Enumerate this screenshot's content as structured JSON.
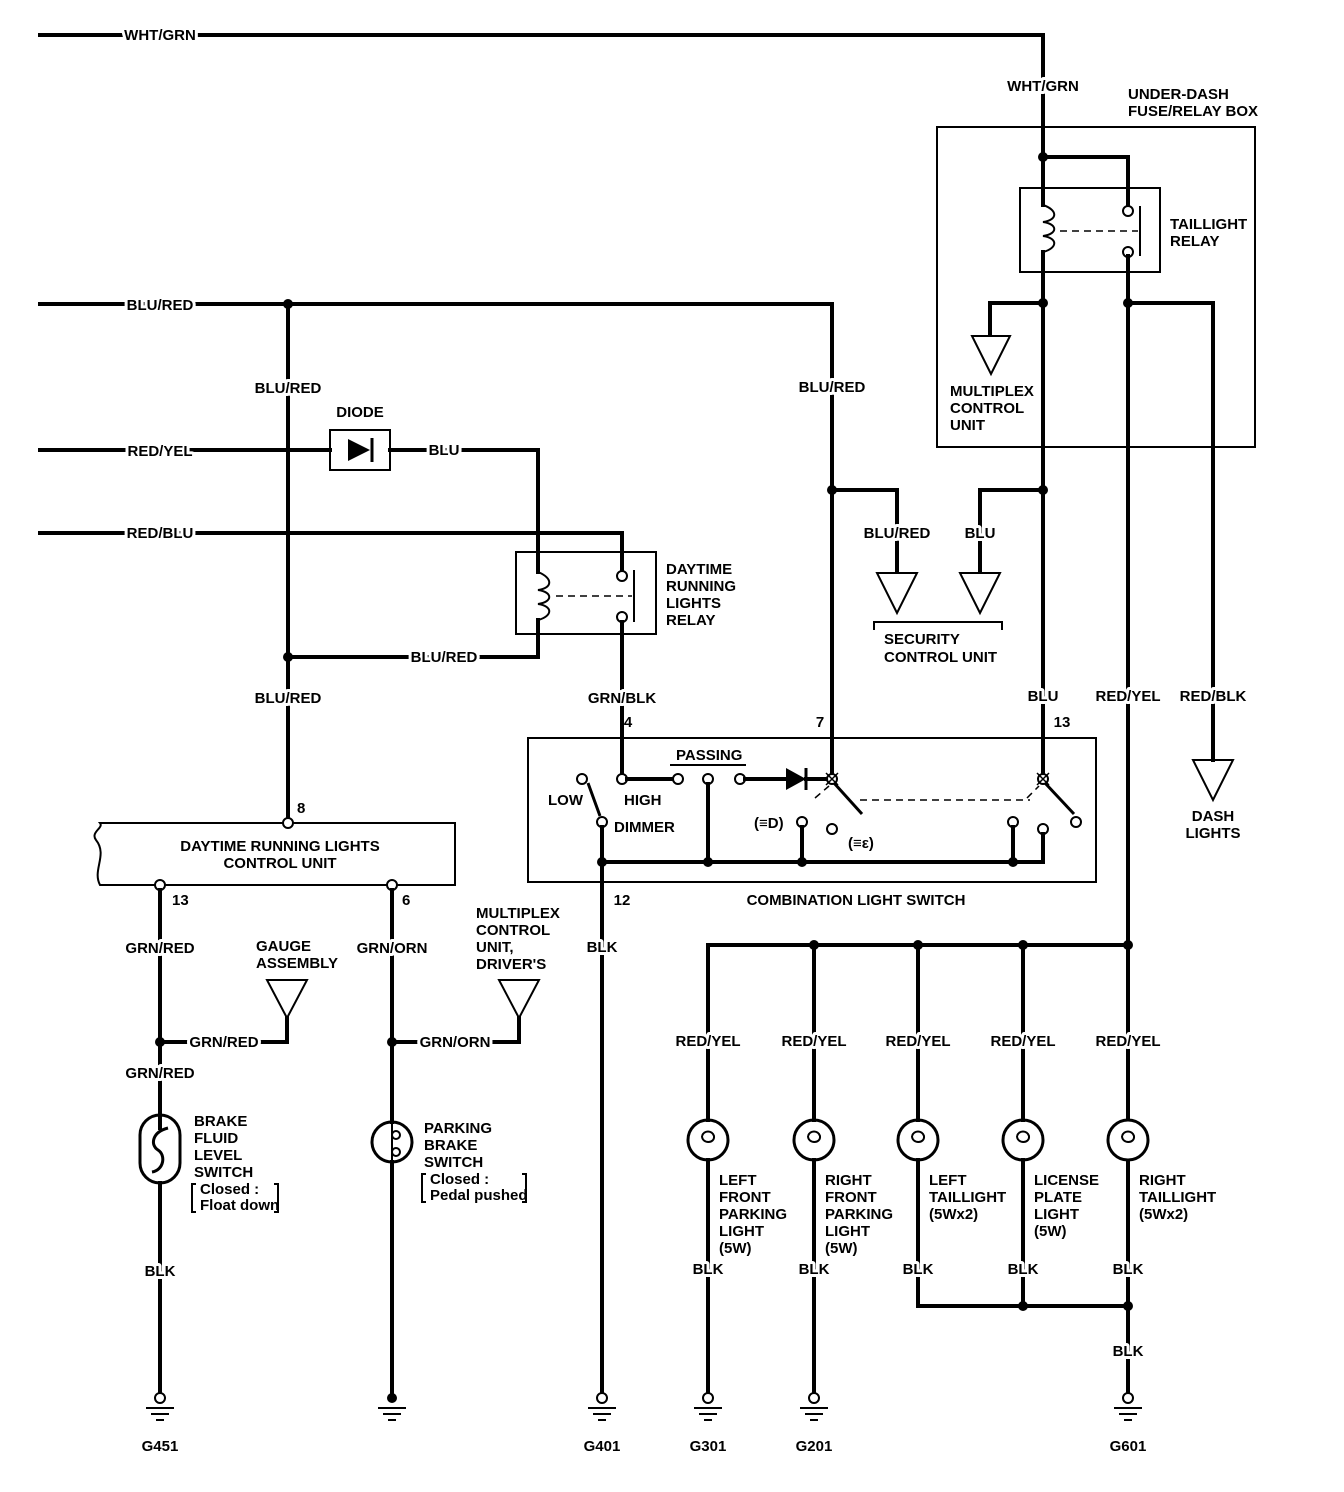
{
  "wires": {
    "wht_grn_top": "WHT/GRN",
    "wht_grn_drop": "WHT/GRN",
    "blu_red_top": "BLU/RED",
    "blu_red_left_mid": "BLU/RED",
    "blu_red_relay": "BLU/RED",
    "blu_red_left_low": "BLU/RED",
    "blu_red_center": "BLU/RED",
    "blu_red_security": "BLU/RED",
    "blu_security": "BLU",
    "red_yel_in": "RED/YEL",
    "blu_diode": "BLU",
    "red_blu_in": "RED/BLU",
    "grn_blk": "GRN/BLK",
    "blu_13": "BLU",
    "red_yel_main": "RED/YEL",
    "red_blk": "RED/BLK",
    "grn_red_1": "GRN/RED",
    "grn_red_2": "GRN/RED",
    "grn_red_3": "GRN/RED",
    "grn_orn_1": "GRN/ORN",
    "grn_orn_2": "GRN/ORN",
    "blk_switch": "BLK",
    "blk_brake": "BLK",
    "blk_g301": "BLK",
    "blk_g201": "BLK",
    "blk_tail_left": "BLK",
    "blk_license": "BLK",
    "blk_tail_right": "BLK",
    "blk_g601": "BLK",
    "red_yel_lamp1": "RED/YEL",
    "red_yel_lamp2": "RED/YEL",
    "red_yel_lamp3": "RED/YEL",
    "red_yel_lamp4": "RED/YEL",
    "red_yel_lamp5": "RED/YEL"
  },
  "components": {
    "under_dash_box": [
      "UNDER-DASH",
      "FUSE/RELAY BOX"
    ],
    "taillight_relay": [
      "TAILLIGHT",
      "RELAY"
    ],
    "multiplex_unit": [
      "MULTIPLEX",
      "CONTROL",
      "UNIT"
    ],
    "diode": "DIODE",
    "drl_relay": [
      "DAYTIME",
      "RUNNING",
      "LIGHTS",
      "RELAY"
    ],
    "security_unit": [
      "SECURITY",
      "CONTROL UNIT"
    ],
    "dash_lights": [
      "DASH",
      "LIGHTS"
    ],
    "drl_control_unit": [
      "DAYTIME RUNNING LIGHTS",
      "CONTROL UNIT"
    ],
    "combination_switch": "COMBINATION LIGHT SWITCH",
    "passing": "PASSING",
    "low": "LOW",
    "high": "HIGH",
    "dimmer": "DIMMER",
    "pos_left": "(≡D)",
    "pos_right": "(≡ε)",
    "gauge_assembly": [
      "GAUGE",
      "ASSEMBLY"
    ],
    "multiplex_driver": [
      "MULTIPLEX",
      "CONTROL",
      "UNIT,",
      "DRIVER'S"
    ],
    "brake_fluid_switch": [
      "BRAKE",
      "FLUID",
      "LEVEL",
      "SWITCH",
      "Closed :",
      "Float down"
    ],
    "parking_brake_switch": [
      "PARKING",
      "BRAKE",
      "SWITCH",
      "Closed :",
      "Pedal pushed"
    ],
    "lamp_left_front": [
      "LEFT",
      "FRONT",
      "PARKING",
      "LIGHT",
      "(5W)"
    ],
    "lamp_right_front": [
      "RIGHT",
      "FRONT",
      "PARKING",
      "LIGHT",
      "(5W)"
    ],
    "lamp_left_tail": [
      "LEFT",
      "TAILLIGHT",
      "(5Wx2)"
    ],
    "lamp_license": [
      "LICENSE",
      "PLATE",
      "LIGHT",
      "(5W)"
    ],
    "lamp_right_tail": [
      "RIGHT",
      "TAILLIGHT",
      "(5Wx2)"
    ]
  },
  "pins": {
    "drl_8": "8",
    "drl_13": "13",
    "drl_6": "6",
    "sw_4": "4",
    "sw_7": "7",
    "sw_13": "13",
    "sw_12": "12"
  },
  "grounds": {
    "g451": "G451",
    "g401": "G401",
    "g301": "G301",
    "g201": "G201",
    "g601": "G601"
  }
}
